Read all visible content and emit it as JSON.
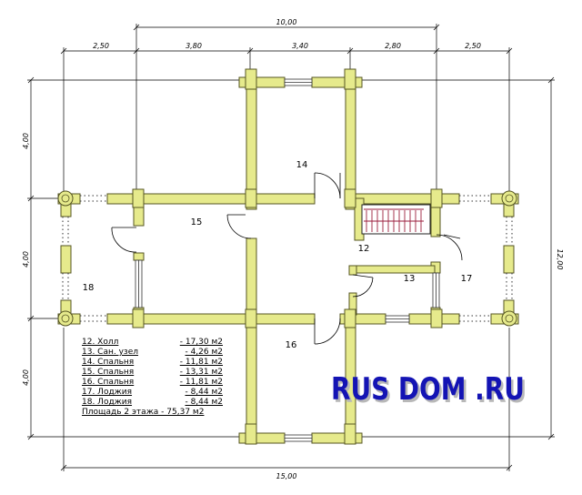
{
  "dimensions": {
    "top_total": "10,00",
    "top_segments": [
      "2,50",
      "3,80",
      "3,40",
      "2,80",
      "2,50"
    ],
    "left_segments": [
      "4,00",
      "4,00",
      "4,00"
    ],
    "right_total": "12,00",
    "bottom_total": "15,00"
  },
  "rooms": {
    "r12": "12",
    "r13": "13",
    "r14": "14",
    "r15": "15",
    "r16": "16",
    "r17": "17",
    "r18": "18"
  },
  "legend": {
    "rows": [
      {
        "name": "12. Холл",
        "area": "- 17,30 м2"
      },
      {
        "name": "13. Сан. узел",
        "area": "- 4,26 м2"
      },
      {
        "name": "14. Спальня",
        "area": "- 11,81 м2"
      },
      {
        "name": "15.  Спальня",
        "area": "- 13,31 м2"
      },
      {
        "name": "16.  Спальня",
        "area": "- 11,81 м2"
      },
      {
        "name": "17. Лоджия",
        "area": "- 8,44 м2"
      },
      {
        "name": "18. Лоджия",
        "area": "- 8,44 м2"
      }
    ],
    "total": "Площадь 2 этажа - 75,37 м2"
  },
  "brand": "RUS DOM .RU",
  "colors": {
    "wall_fill": "#e6ea8c",
    "wall_stroke": "#555522",
    "brand": "#1414b4",
    "stair": "#9b1e3c"
  }
}
